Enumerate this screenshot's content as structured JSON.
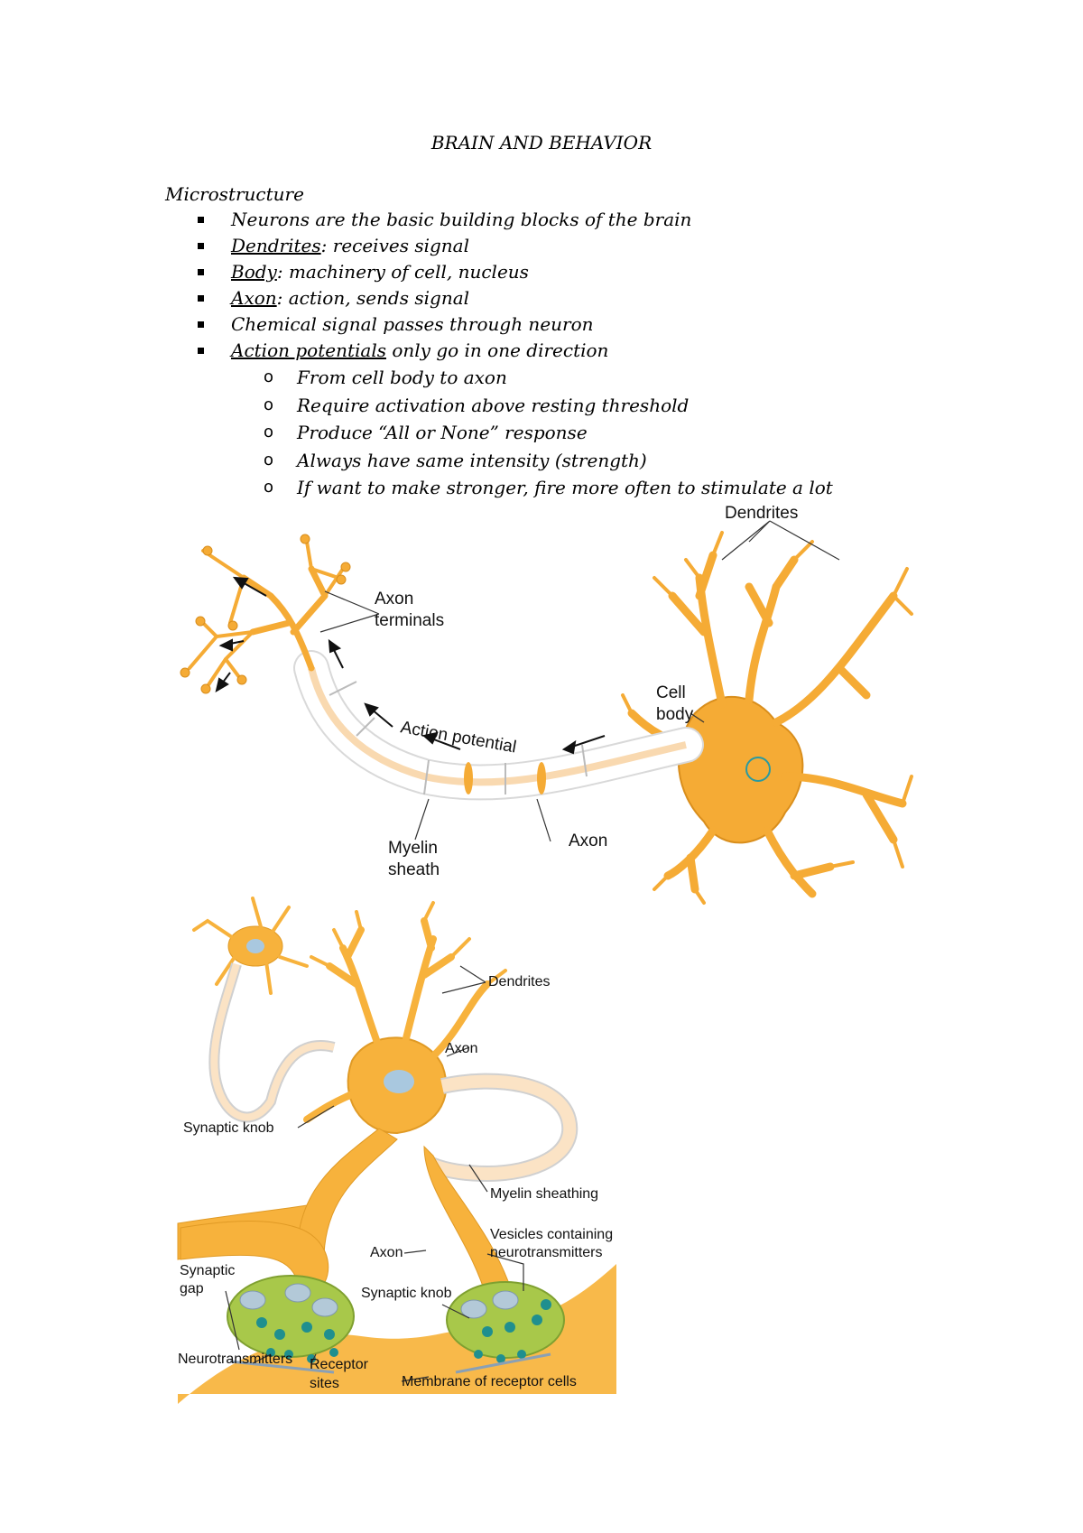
{
  "title": "BRAIN AND BEHAVIOR",
  "section": "Microstructure",
  "bullets": [
    {
      "prefix": "",
      "underlined": "",
      "text": "Neurons are the basic building blocks of the brain"
    },
    {
      "prefix": "",
      "underlined": "Dendrites",
      "text": ": receives signal"
    },
    {
      "prefix": "",
      "underlined": "Body",
      "text": ": machinery of cell, nucleus"
    },
    {
      "prefix": "",
      "underlined": "Axon",
      "text": ": action, sends signal"
    },
    {
      "prefix": "",
      "underlined": "",
      "text": "Chemical signal passes through neuron"
    },
    {
      "prefix": "",
      "underlined": "Action potentials",
      "text": " only go in one direction"
    }
  ],
  "sub_marker": "o",
  "sub_bullets": [
    "From cell body to axon",
    "Require activation above resting threshold",
    "Produce “All or None” response",
    "Always have same intensity (strength)",
    "If want to make stronger, fire more often to stimulate a lot"
  ],
  "figure1": {
    "labels": {
      "dendrites": "Dendrites",
      "axon_terminals_1": "Axon",
      "axon_terminals_2": "terminals",
      "cell_body_1": "Cell",
      "cell_body_2": "body",
      "action_potential": "Action potential",
      "myelin_1": "Myelin",
      "myelin_2": "sheath",
      "axon": "Axon"
    },
    "colors": {
      "neuron": "#f5ab35",
      "myelin": "#ffffff",
      "axon_core": "#f9d9b0"
    }
  },
  "figure2": {
    "labels": {
      "dendrites": "Dendrites",
      "axon_top": "Axon",
      "synaptic_knob_top": "Synaptic knob",
      "myelin_sheathing": "Myelin sheathing",
      "vesicles_1": "Vesicles containing",
      "vesicles_2": "neurotransmitters",
      "axon_bottom": "Axon",
      "synaptic_gap_1": "Synaptic",
      "synaptic_gap_2": "gap",
      "synaptic_knob_bottom": "Synaptic knob",
      "neurotransmitters": "Neurotransmitters",
      "receptor_1": "Receptor",
      "receptor_2": "sites",
      "membrane": "Membrane of receptor cells"
    },
    "colors": {
      "neuron": "#f7b23c",
      "membrane": "#f8b94a",
      "vesicle": "#a8c84a",
      "transmitter": "#1f8f8f"
    }
  }
}
